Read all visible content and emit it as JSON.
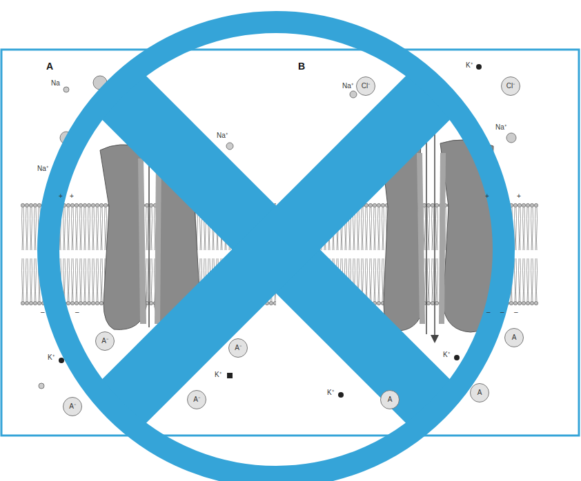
{
  "diagram": {
    "nodes": [
      {
        "text": [
          "A⁻"
        ]
      },
      {
        "text": [
          "A⁻"
        ]
      },
      {
        "text": [
          "A⁻"
        ]
      },
      {
        "text": [
          "A⁻"
        ]
      },
      {
        "text": [
          "Cl⁻"
        ]
      },
      {
        "text": [
          "Cl⁻"
        ]
      },
      {
        "text": [
          "A"
        ]
      },
      {
        "text": [
          "A"
        ]
      },
      {
        "text": [
          "A"
        ]
      }
    ],
    "labels": [
      "A",
      "B",
      "Na",
      "Na⁺",
      "Na⁺",
      "+",
      "+",
      "–",
      "–",
      "K⁺",
      "K⁺",
      "Na⁺",
      "K⁺",
      "Na⁺",
      "+",
      "+",
      "–",
      "–",
      "–",
      "K⁺",
      "K⁺"
    ]
  }
}
